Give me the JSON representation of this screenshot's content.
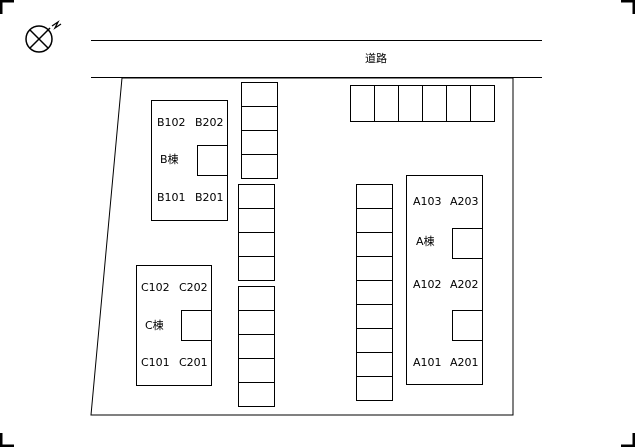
{
  "road_label": "道路",
  "buildings": {
    "b": {
      "name": "B棟",
      "units": [
        "B102",
        "B202",
        "B101",
        "B201"
      ]
    },
    "c": {
      "name": "C棟",
      "units": [
        "C102",
        "C202",
        "C101",
        "C201"
      ]
    },
    "a": {
      "name": "A棟",
      "units": [
        "A103",
        "A203",
        "A102",
        "A202",
        "A101",
        "A201"
      ]
    }
  },
  "parking": {
    "top_row_spaces": 6,
    "column_left_upper_spaces": 4,
    "column_left_middle_spaces": 4,
    "column_left_lower_spaces": 5,
    "column_right_spaces": 9
  },
  "compass_icon": "north-arrow-compass"
}
